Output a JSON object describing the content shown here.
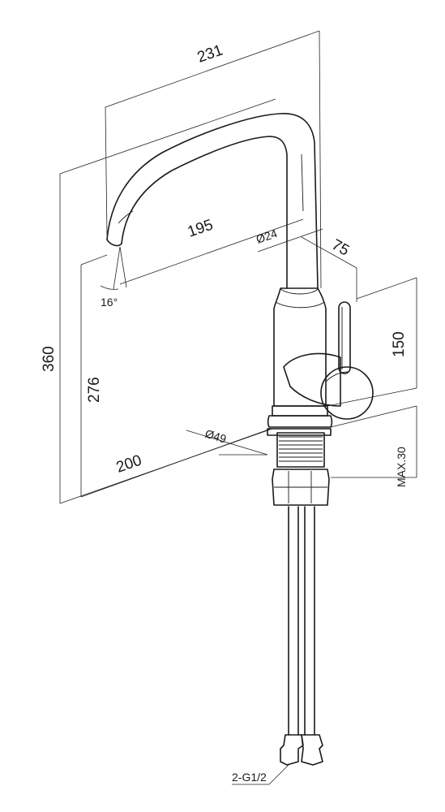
{
  "dimensions": {
    "reach_total": "231",
    "spout_reach": "195",
    "total_height": "360",
    "spout_height": "276",
    "base_offset": "200",
    "handle_offset": "75",
    "handle_height": "150",
    "spout_diameter": "Ø24",
    "base_diameter": "Ø49",
    "spout_angle": "16°",
    "max_deck_thickness": "MAX.30",
    "hose_connection": "2-G1/2"
  }
}
